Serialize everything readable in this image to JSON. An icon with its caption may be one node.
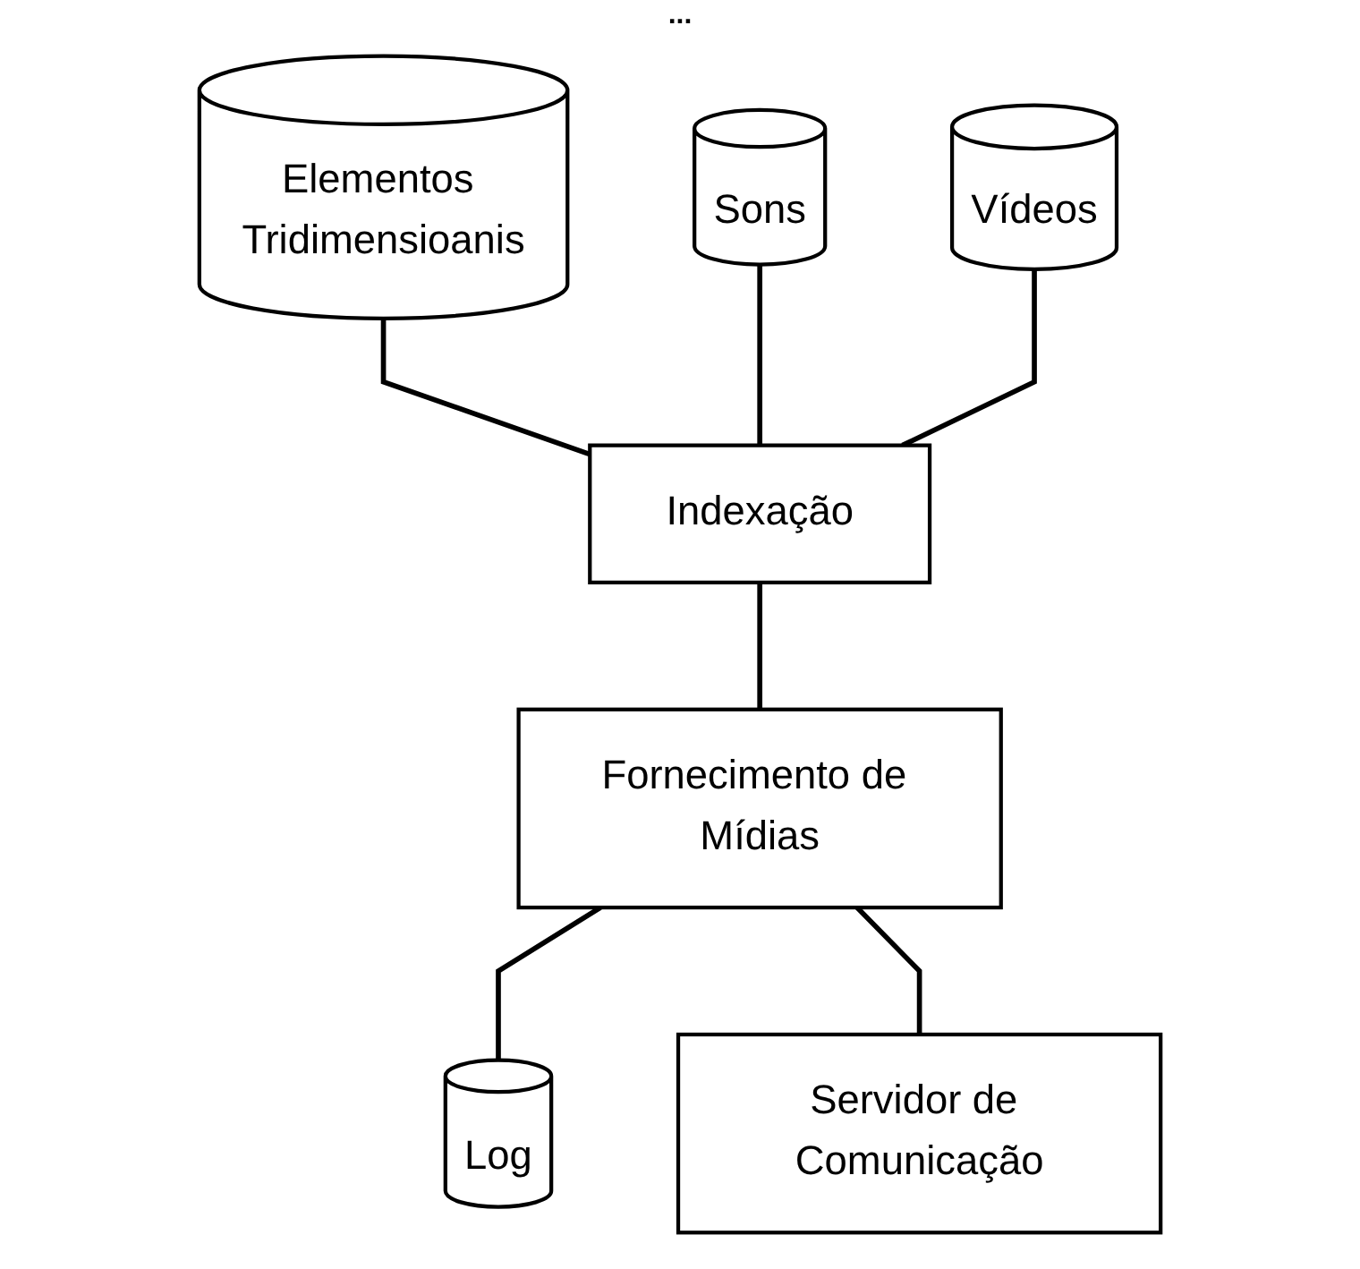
{
  "diagram": {
    "nodes": [
      {
        "text": [
          "Elementos Tridimensioanis"
        ]
      },
      {
        "text": [
          "Sons"
        ]
      },
      {
        "text": [
          "Vídeos"
        ]
      },
      {
        "text": [
          "Indexação"
        ]
      },
      {
        "text": [
          "Fornecimento de Mídias"
        ]
      },
      {
        "text": [
          "Log"
        ]
      },
      {
        "text": [
          "Servidor de Comunicação"
        ]
      }
    ],
    "edges": [
      {
        "from": 0,
        "to": 3,
        "arrow": "none"
      },
      {
        "from": 1,
        "to": 3,
        "arrow": "none"
      },
      {
        "from": 2,
        "to": 3,
        "arrow": "none"
      },
      {
        "from": 3,
        "to": 4,
        "arrow": "none"
      },
      {
        "from": 4,
        "to": 5,
        "arrow": "none"
      },
      {
        "from": 4,
        "to": 6,
        "arrow": "none"
      }
    ],
    "labels": [
      "..."
    ]
  }
}
